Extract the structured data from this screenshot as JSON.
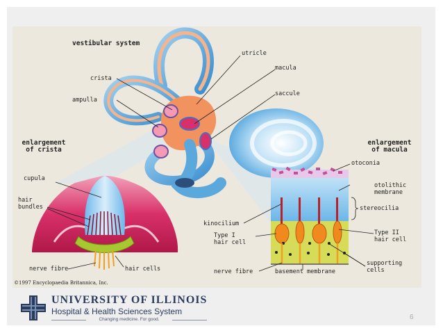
{
  "diagram": {
    "title": "vestibular system",
    "labels": {
      "utricle": "utricle",
      "macula": "macula",
      "crista": "crista",
      "ampulla": "ampulla",
      "saccule": "saccule",
      "enlargement_crista_1": "enlargement",
      "enlargement_crista_2": "of crista",
      "enlargement_macula_1": "enlargement",
      "enlargement_macula_2": "of macula",
      "otoconia": "otoconia",
      "otolithic_1": "otolithic",
      "otolithic_2": "membrane",
      "stereocilia": "stereocilia",
      "cupula": "cupula",
      "hair_bundles_1": "hair",
      "hair_bundles_2": "bundles",
      "kinocilium": "kinocilium",
      "type1_1": "Type I",
      "type1_2": "hair cell",
      "type2_1": "Type II",
      "type2_2": "hair cell",
      "nerve_fibre_left": "nerve fibre",
      "hair_cells": "hair cells",
      "nerve_fibre_right": "nerve fibre",
      "basement_membrane": "basement membrane",
      "supporting_1": "supporting",
      "supporting_2": "cells"
    },
    "copyright": "©1997 Encyclopaedia Britannica, Inc."
  },
  "footer": {
    "university": "UNIVERSITY OF ILLINOIS",
    "hospital": "Hospital & Health Sciences System",
    "tagline": "Changing medicine. For good.",
    "page_number": "6"
  },
  "colors": {
    "canal_blue": "#5ba8dc",
    "tissue_pink": "#d8306a",
    "hair_cell_orange": "#f08a1e",
    "support_green": "#c9d64a",
    "brand_navy": "#2a3b5c"
  }
}
